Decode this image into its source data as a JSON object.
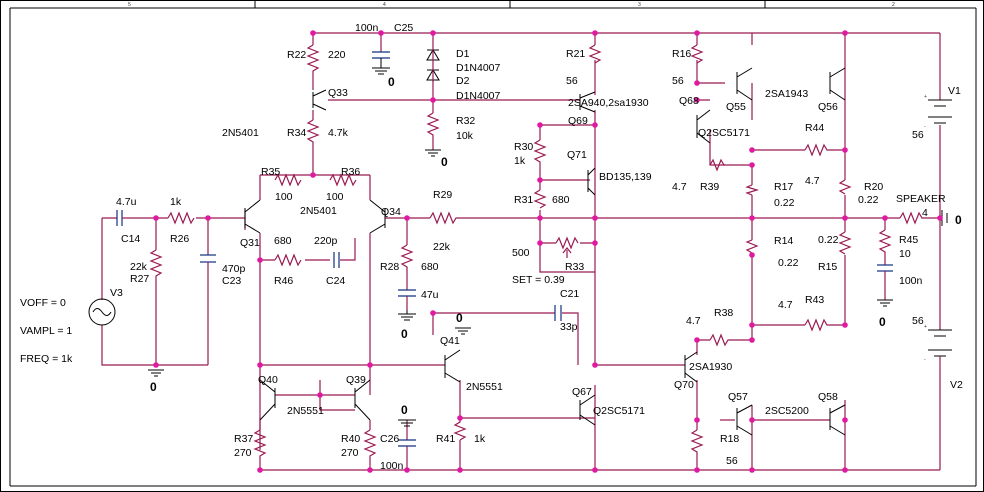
{
  "border": {
    "zones": [
      "5",
      "4",
      "3",
      "2"
    ]
  },
  "ground_label": "0",
  "symbols": {
    "plus": "+",
    "minus": "-"
  },
  "source": {
    "name": "V3",
    "voff": "VOFF = 0",
    "vampl": "VAMPL = 1",
    "freq": "FREQ = 1k"
  },
  "supplies": {
    "v1": "V1",
    "v1_value": "56",
    "v2": "V2",
    "v2_value": "56"
  },
  "speaker": {
    "name": "SPEAKER",
    "value": "4"
  },
  "set_param": "SET = 0.39",
  "labels": {
    "c14": "C14",
    "c14v": "4.7u",
    "r26": "R26",
    "r26v": "1k",
    "r27": "R27",
    "r27v": "22k",
    "c23": "C23",
    "c23v": "470p",
    "r22": "R22",
    "r22v": "220",
    "c25": "C25",
    "c25v": "100n",
    "d1": "D1",
    "d1v": "D1N4007",
    "d2": "D2",
    "d2v": "D1N4007",
    "q33": "Q33",
    "q33v": "2N5401",
    "r34": "R34",
    "r34v": "4.7k",
    "r32": "R32",
    "r32v": "10k",
    "r35": "R35",
    "r35v": "100",
    "r36": "R36",
    "r36v": "100",
    "q34v": "2N5401",
    "q31": "Q31",
    "q34": "Q34",
    "r46": "R46",
    "r46v": "680",
    "c24": "C24",
    "c24v": "220p",
    "r29": "R29",
    "r29v": "22k",
    "r28": "R28",
    "r28v": "680",
    "c28v": "47u",
    "r21": "R21",
    "r21v": "56",
    "q69": "Q69",
    "q69v": "2SA940,2sa1930",
    "r30": "R30",
    "r30v": "1k",
    "q71": "Q71",
    "q71v": "BD135,139",
    "r31": "R31",
    "r31v": "680",
    "r33": "R33",
    "r33v": "500",
    "c21": "C21",
    "c21v": "33p",
    "q41": "Q41",
    "q41v": "2N5551",
    "q67": "Q67",
    "q67v": "Q2SC5171",
    "q40": "Q40",
    "q39": "Q39",
    "q40v": "2N5551",
    "r37": "R37",
    "r37v": "270",
    "r40": "R40",
    "r40v": "270",
    "c26": "C26",
    "c26v": "100n",
    "r41": "R41",
    "r41v": "1k",
    "r16": "R16",
    "r16v": "56",
    "q68": "Q68",
    "q68v": "Q2SC5171",
    "q55": "Q55",
    "q56": "Q56",
    "q55v": "2SA1943",
    "r44": "R44",
    "r39": "R39",
    "r39v": "4.7",
    "r44v": "4.7",
    "r17": "R17",
    "r17v": "0.22",
    "r20": "R20",
    "r20v": "0.22",
    "r14": "R14",
    "r14v": "0.22",
    "r15": "R15",
    "r15v": "0.22",
    "r45": "R45",
    "r45v": "10",
    "c45v": "100n",
    "r38": "R38",
    "r38v": "4.7",
    "r43": "R43",
    "r43v": "4.7",
    "q70": "Q70",
    "q70v": "2SA1930",
    "q57": "Q57",
    "q58": "Q58",
    "q57v": "2SC5200",
    "r18": "R18",
    "r18v": "56"
  }
}
